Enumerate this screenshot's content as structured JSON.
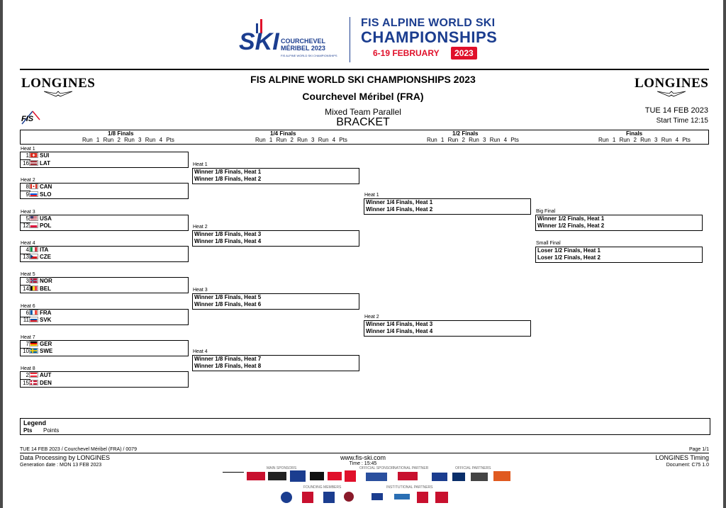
{
  "logo": {
    "ski_word": "SKI",
    "ski_city_1": "COURCHEVEL",
    "ski_city_2": "MÉRIBEL 2023",
    "ski_tagline": "FIS ALPINE WORLD SKI CHAMPIONSHIPS",
    "title_line1": "FIS ALPINE WORLD SKI",
    "title_line2": "CHAMPIONSHIPS",
    "dates": "6-19 FEBRUARY",
    "year": "2023"
  },
  "header": {
    "left_brand": "LONGINES",
    "right_brand": "LONGINES",
    "title": "FIS ALPINE WORLD SKI CHAMPIONSHIPS 2023",
    "venue": "Courchevel Méribel (FRA)",
    "event": "Mixed Team Parallel",
    "doc_type": "BRACKET",
    "date": "TUE 14 FEB 2023",
    "start_time": "Start Time 12:15",
    "fis_logo": "FIS"
  },
  "rounds": [
    {
      "title": "1/8 Finals",
      "runs": "Run 1 Run 2 Run 3 Run 4 Pts"
    },
    {
      "title": "1/4 Finals",
      "runs": "Run 1 Run 2 Run 3 Run 4 Pts"
    },
    {
      "title": "1/2 Finals",
      "runs": "Run 1 Run 2 Run 3 Run 4 Pts"
    },
    {
      "title": "Finals",
      "runs": "Run 1 Run 2 Run 3 Run 4 Pts"
    }
  ],
  "eighth_finals": [
    {
      "label": "Heat 1",
      "teams": [
        {
          "seed": "1",
          "code": "SUI"
        },
        {
          "seed": "16",
          "code": "LAT"
        }
      ]
    },
    {
      "label": "Heat 2",
      "teams": [
        {
          "seed": "8",
          "code": "CAN"
        },
        {
          "seed": "9",
          "code": "SLO"
        }
      ]
    },
    {
      "label": "Heat 3",
      "teams": [
        {
          "seed": "5",
          "code": "USA"
        },
        {
          "seed": "12",
          "code": "POL"
        }
      ]
    },
    {
      "label": "Heat 4",
      "teams": [
        {
          "seed": "4",
          "code": "ITA"
        },
        {
          "seed": "13",
          "code": "CZE"
        }
      ]
    },
    {
      "label": "Heat 5",
      "teams": [
        {
          "seed": "3",
          "code": "NOR"
        },
        {
          "seed": "14",
          "code": "BEL"
        }
      ]
    },
    {
      "label": "Heat 6",
      "teams": [
        {
          "seed": "6",
          "code": "FRA"
        },
        {
          "seed": "11",
          "code": "SVK"
        }
      ]
    },
    {
      "label": "Heat 7",
      "teams": [
        {
          "seed": "7",
          "code": "GER"
        },
        {
          "seed": "10",
          "code": "SWE"
        }
      ]
    },
    {
      "label": "Heat 8",
      "teams": [
        {
          "seed": "2",
          "code": "AUT"
        },
        {
          "seed": "15",
          "code": "DEN"
        }
      ]
    }
  ],
  "quarter_finals": [
    {
      "label": "Heat 1",
      "lines": [
        "Winner 1/8 Finals, Heat 1",
        "Winner 1/8 Finals, Heat 2"
      ]
    },
    {
      "label": "Heat 2",
      "lines": [
        "Winner 1/8 Finals, Heat 3",
        "Winner 1/8 Finals, Heat 4"
      ]
    },
    {
      "label": "Heat 3",
      "lines": [
        "Winner 1/8 Finals, Heat 5",
        "Winner 1/8 Finals, Heat 6"
      ]
    },
    {
      "label": "Heat 4",
      "lines": [
        "Winner 1/8 Finals, Heat 7",
        "Winner 1/8 Finals, Heat 8"
      ]
    }
  ],
  "semi_finals": [
    {
      "label": "Heat 1",
      "lines": [
        "Winner 1/4 Finals, Heat 1",
        "Winner 1/4 Finals, Heat 2"
      ]
    },
    {
      "label": "Heat 2",
      "lines": [
        "Winner 1/4 Finals, Heat 3",
        "Winner 1/4 Finals, Heat 4"
      ]
    }
  ],
  "finals": [
    {
      "label": "Big Final",
      "lines": [
        "Winner 1/2 Finals, Heat 1",
        "Winner 1/2 Finals, Heat 2"
      ]
    },
    {
      "label": "Small Final",
      "lines": [
        "Loser 1/2 Finals, Heat 1",
        "Loser 1/2 Finals, Heat 2"
      ]
    }
  ],
  "legend": {
    "title": "Legend",
    "key": "Pts",
    "value": "Points"
  },
  "footer": {
    "doc_ref": "TUE 14 FEB 2023 / Courchevel Méribel (FRA) / 0079",
    "page": "Page 1/1",
    "processing": "Data Processing by LONGINES",
    "website": "www.fis-ski.com",
    "timing": "LONGINES Timing",
    "generation": "Generation date : MON 13 FEB 2023",
    "time": "Time : 15:45",
    "document": "Document: C75 1.0",
    "main_sponsors": "MAIN SPONSORS",
    "official_sponsor": "OFFICIAL SPONSOR",
    "national_partner": "NATIONAL PARTNER",
    "official_partners": "OFFICIAL PARTNERS",
    "founding_members": "FOUNDING MEMBERS",
    "institutional_partners": "INSTITUTIONAL PARTNERS"
  },
  "colors": {
    "brand_blue": "#1b3d8f",
    "brand_red": "#e0102a"
  }
}
